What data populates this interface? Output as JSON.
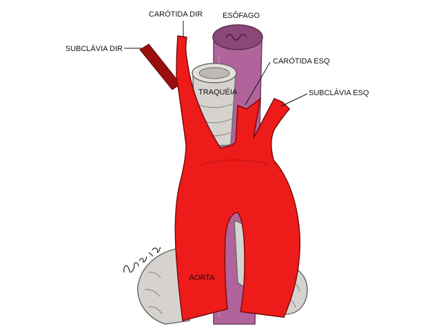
{
  "labels": {
    "carotida_dir": "CARÓTIDA DIR",
    "esofago": "ESÔFAGO",
    "subclavia_dir": "SUBCLÁVIA DIR",
    "carotida_esq": "CARÓTIDA ESQ",
    "traqueia": "TRAQUÉIA",
    "subclavia_esq": "SUBCLÁVIA ESQ",
    "aorta": "AORTA"
  },
  "colors": {
    "artery": "#ee1b1b",
    "artery_outline": "#7a0c0c",
    "right_subclavian": "#9c0e0e",
    "esophagus": "#b1639b",
    "esophagus_dark": "#8a4778",
    "trachea": "#d6d3cf",
    "trachea_outline": "#6b6b6b"
  }
}
